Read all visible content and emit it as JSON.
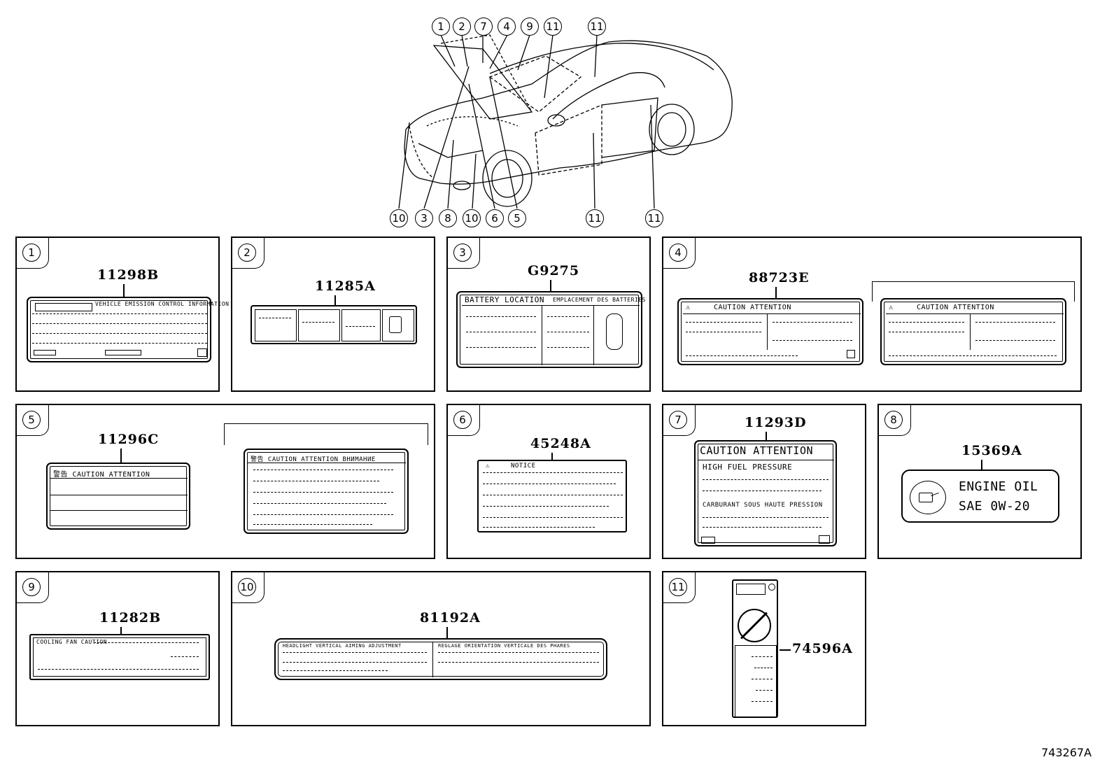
{
  "diagram": {
    "ref_code": "743267A",
    "callouts": [
      "1",
      "2",
      "7",
      "4",
      "9",
      "11",
      "11",
      "10",
      "3",
      "8",
      "10",
      "6",
      "5",
      "11",
      "11"
    ]
  },
  "panels": [
    {
      "num": "1",
      "part": "11298B",
      "text": [
        "VEHICLE EMISSION CONTROL INFORMATION"
      ]
    },
    {
      "num": "2",
      "part": "11285A",
      "text": []
    },
    {
      "num": "3",
      "part": "G9275",
      "text": [
        "BATTERY LOCATION",
        "EMPLACEMENT DES BATTERIES"
      ]
    },
    {
      "num": "4",
      "part": "88723E",
      "text": [
        "CAUTION  ATTENTION",
        "CAUTION  ATTENTION"
      ]
    },
    {
      "num": "5",
      "part": "11296C",
      "text": [
        "警告 CAUTION ATTENTION",
        "警告 CAUTION ATTENTION ВНИМАНИЕ"
      ]
    },
    {
      "num": "6",
      "part": "45248A",
      "text": [
        "NOTICE"
      ]
    },
    {
      "num": "7",
      "part": "11293D",
      "text": [
        "CAUTION  ATTENTION",
        "HIGH FUEL PRESSURE",
        "CARBURANT SOUS HAUTE PRESSION"
      ]
    },
    {
      "num": "8",
      "part": "15369A",
      "text": [
        "ENGINE OIL",
        "SAE 0W-20"
      ]
    },
    {
      "num": "9",
      "part": "11282B",
      "text": [
        "COOLING FAN CAUTION"
      ]
    },
    {
      "num": "10",
      "part": "81192A",
      "text": [
        "HEADLIGHT VERTICAL AIMING ADJUSTMENT",
        "REGLAGE ORIENTATION VERTICALE DES PHARES"
      ]
    },
    {
      "num": "11",
      "part": "74596A",
      "text": []
    }
  ]
}
